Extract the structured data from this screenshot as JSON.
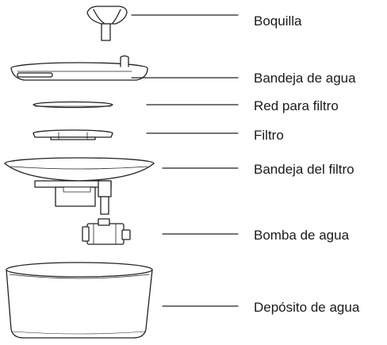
{
  "diagram": {
    "parts": [
      {
        "id": "nozzle",
        "label": "Boquilla"
      },
      {
        "id": "water-tray",
        "label": "Bandeja de agua"
      },
      {
        "id": "filter-net",
        "label": "Red para filtro"
      },
      {
        "id": "filter",
        "label": "Filtro"
      },
      {
        "id": "filter-tray",
        "label": "Bandeja del filtro"
      },
      {
        "id": "pump",
        "label": "Bomba de agua"
      },
      {
        "id": "reservoir",
        "label": "Depósito de agua"
      }
    ],
    "colors": {
      "stroke": "#222222",
      "fill": "#ffffff",
      "shade": "#e9e9e9"
    }
  }
}
